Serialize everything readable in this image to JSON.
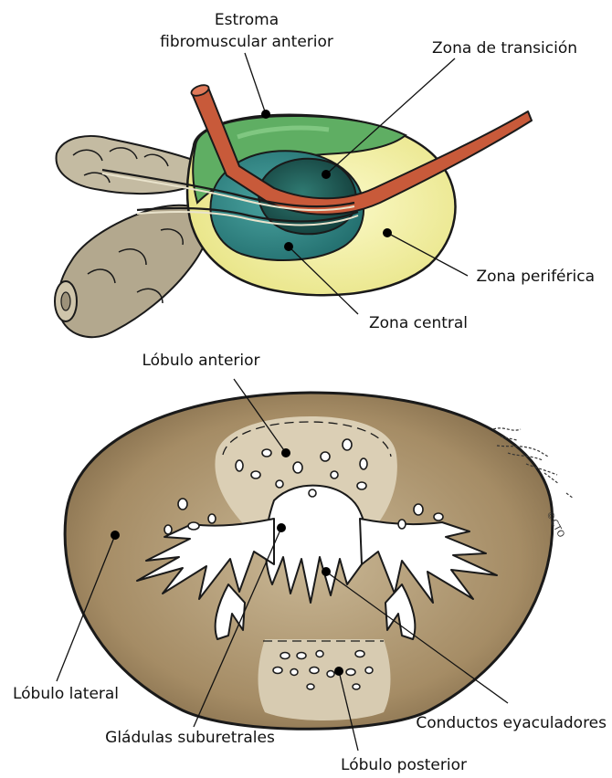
{
  "diagram": {
    "top": {
      "labels": {
        "estroma_line1": "Estroma",
        "estroma_line2": "fibromuscular anterior",
        "zona_transicion": "Zona de transición",
        "zona_periferica": "Zona periférica",
        "zona_central": "Zona central"
      }
    },
    "bottom": {
      "labels": {
        "lobulo_anterior": "Lóbulo anterior",
        "lobulo_lateral": "Lóbulo lateral",
        "conductos_eyaculadores": "Conductos eyaculadores",
        "gladulas_suburetrales": "Gládulas suburetrales",
        "lobulo_posterior": "Lóbulo posterior"
      },
      "copyright": "©CTO"
    },
    "colors": {
      "peripheral_zone": "#f3f1a0",
      "anterior_stroma": "#5fae63",
      "central_zone": "#2c7f7f",
      "transition_zone": "#1f5f5a",
      "duct": "#c85a3a",
      "vesicle": "#b9b098",
      "section_base": "#a38a64",
      "section_light": "#d9cdb4",
      "outline": "#1a1a1a"
    }
  }
}
